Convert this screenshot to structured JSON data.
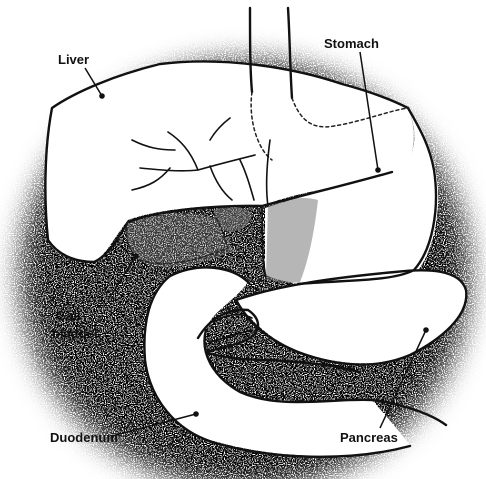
{
  "labels": {
    "liver": "Liver",
    "stomach": "Stomach",
    "gallbladder_line1": "Gall-",
    "gallbladder_line2": "bladder",
    "duodenum": "Duodenum",
    "pancreas": "Pancreas"
  },
  "colors": {
    "ink": "#111111",
    "background": "#ffffff"
  }
}
